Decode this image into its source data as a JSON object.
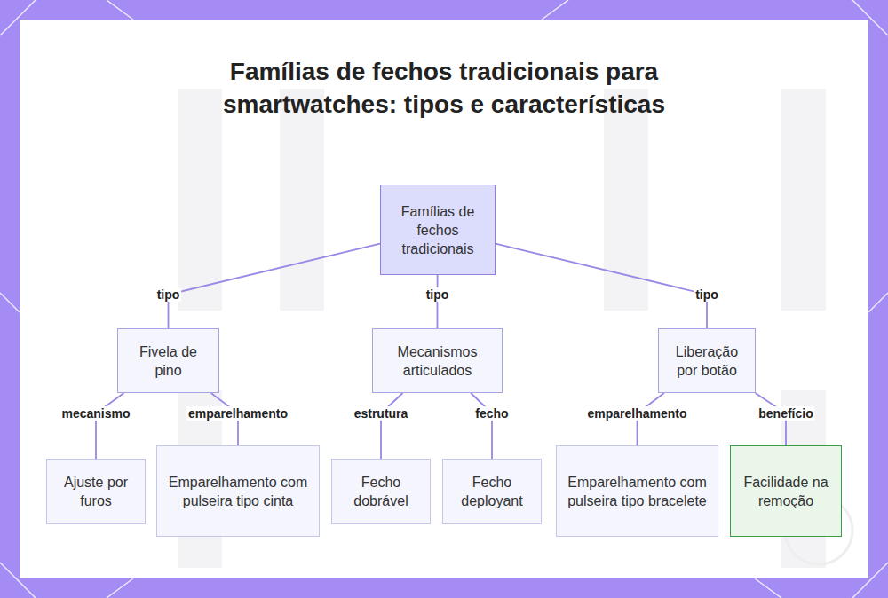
{
  "diagram": {
    "title": "Famílias de fechos tradicionais para smartwatches: tipos e características",
    "nodes": [
      {
        "text": [
          "Famílias de fechos tradicionais"
        ]
      },
      {
        "text": [
          "Fivela de pino"
        ]
      },
      {
        "text": [
          "Mecanismos articulados"
        ]
      },
      {
        "text": [
          "Liberação por botão"
        ]
      },
      {
        "text": [
          "Ajuste por furos"
        ]
      },
      {
        "text": [
          "Emparelhamento com pulseira tipo cinta"
        ]
      },
      {
        "text": [
          "Fecho dobrável"
        ]
      },
      {
        "text": [
          "Fecho deployant"
        ]
      },
      {
        "text": [
          "Emparelhamento com pulseira tipo bracelete"
        ]
      },
      {
        "text": [
          "Facilidade na remoção"
        ]
      }
    ],
    "edges": [
      {
        "from": 0,
        "to": 1,
        "label": "tipo",
        "arrow": "none"
      },
      {
        "from": 0,
        "to": 2,
        "label": "tipo",
        "arrow": "none"
      },
      {
        "from": 0,
        "to": 3,
        "label": "tipo",
        "arrow": "none"
      },
      {
        "from": 1,
        "to": 4,
        "label": "mecanismo",
        "arrow": "none"
      },
      {
        "from": 1,
        "to": 5,
        "label": "emparelhamento",
        "arrow": "none"
      },
      {
        "from": 2,
        "to": 6,
        "label": "estrutura",
        "arrow": "none"
      },
      {
        "from": 2,
        "to": 7,
        "label": "fecho",
        "arrow": "none"
      },
      {
        "from": 3,
        "to": 8,
        "label": "emparelhamento",
        "arrow": "none"
      },
      {
        "from": 3,
        "to": 9,
        "label": "benefício",
        "arrow": "none"
      }
    ]
  }
}
